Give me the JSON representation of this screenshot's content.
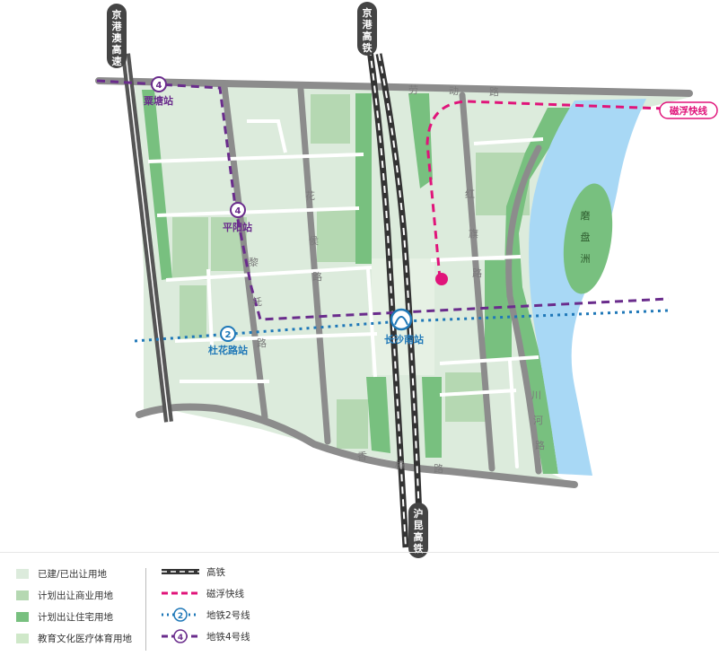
{
  "roads": {
    "laodong": [
      "劳",
      "动",
      "路"
    ],
    "huahou": [
      "花",
      "侯",
      "路"
    ],
    "liyuan": [
      "黎",
      "托",
      "路"
    ],
    "hongqi": [
      "红",
      "旗",
      "路"
    ],
    "chuanhe": [
      "川",
      "河",
      "路"
    ],
    "xiangfu": [
      "香",
      "樟",
      "路"
    ]
  },
  "highways": {
    "jinggang_ao": "京港澳高速",
    "jinggang_rail": "京港高铁",
    "hukun_rail": "沪昆高铁",
    "maglev": "磁浮快线"
  },
  "island": "磨盘洲",
  "stations": {
    "sutang": {
      "name": "粟塘站",
      "line": "4"
    },
    "pingyang": {
      "name": "平阳站",
      "line": "4"
    },
    "duhua": {
      "name": "杜花路站",
      "line": "2"
    },
    "changsha_south": {
      "name": "长沙南站"
    }
  },
  "legend": {
    "land": [
      {
        "label": "已建/已出让用地",
        "color": "#dcebdc"
      },
      {
        "label": "计划出让商业用地",
        "color": "#b5d8b2"
      },
      {
        "label": "计划出让住宅用地",
        "color": "#78c07f"
      },
      {
        "label": "教育文化医疗体育用地",
        "color": "#cfe8c9"
      }
    ],
    "lines": [
      {
        "label": "高铁"
      },
      {
        "label": "磁浮快线"
      },
      {
        "label": "地铁2号线",
        "badge": "2"
      },
      {
        "label": "地铁4号线",
        "badge": "4"
      }
    ]
  },
  "colors": {
    "built": "#dcebdc",
    "commercial": "#b5d8b2",
    "residential": "#78c07f",
    "water": "#a8d8f5",
    "road": "#8c8c8c",
    "maglev": "#e0147a",
    "line2": "#1f78b8",
    "line4": "#6a2c8c"
  }
}
